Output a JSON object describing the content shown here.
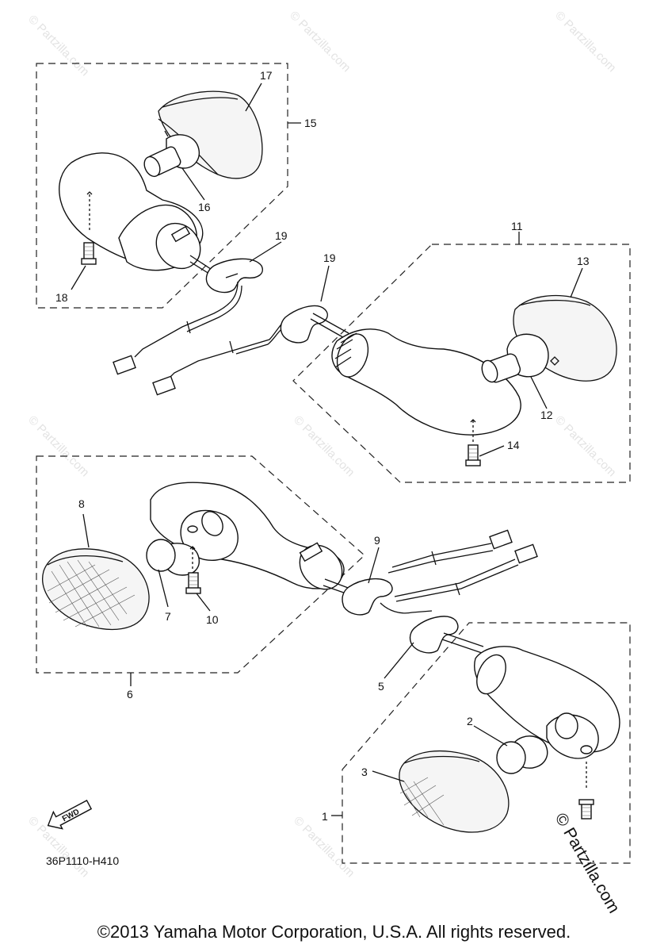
{
  "diagram": {
    "callouts": [
      "1",
      "2",
      "3",
      "5",
      "6",
      "7",
      "8",
      "9",
      "10",
      "11",
      "12",
      "13",
      "14",
      "15",
      "16",
      "17",
      "18",
      "19",
      "19"
    ],
    "fwd_label": "FWD",
    "drawing_code": "36P1110-H410",
    "watermark_text": "© Partzilla.com",
    "stamp_text": "© Partzilla.com",
    "copyright": "©2013 Yamaha Motor Corporation, U.S.A. All rights reserved."
  }
}
